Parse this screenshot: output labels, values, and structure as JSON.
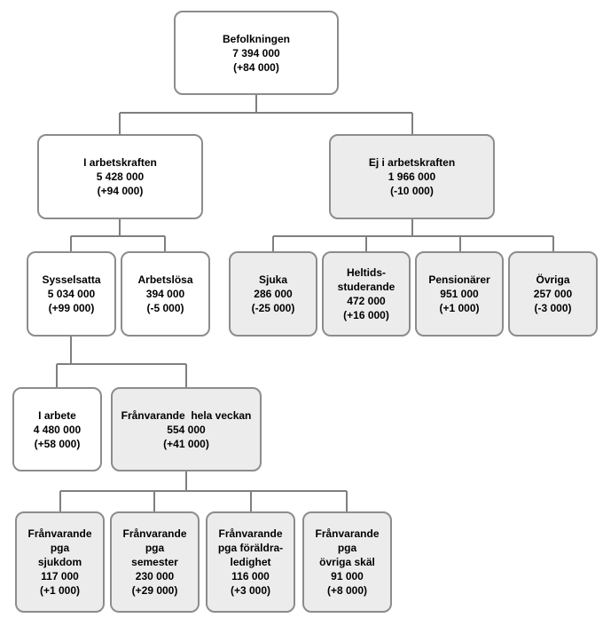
{
  "nodes": {
    "befolkningen": {
      "label": "Befolkningen",
      "value": "7 394 000",
      "change": "(+84 000)"
    },
    "arbetskraften": {
      "label": "I arbetskraften",
      "value": "5 428 000",
      "change": "(+94 000)"
    },
    "ej_arbetskraft": {
      "label": "Ej i arbetskraften",
      "value": "1 966 000",
      "change": "(-10 000)"
    },
    "sysselsatta": {
      "label": "Sysselsatta",
      "value": "5 034 000",
      "change": "(+99 000)"
    },
    "arbetslosa": {
      "label": "Arbetslösa",
      "value": "394 000",
      "change": "(-5 000)"
    },
    "sjuka": {
      "label": "Sjuka",
      "value": "286 000",
      "change": "(-25 000)"
    },
    "heltid": {
      "label_1": "Heltids-",
      "label_2": "studerande",
      "value": "472 000",
      "change": "(+16 000)"
    },
    "pensionarer": {
      "label": "Pensionärer",
      "value": "951 000",
      "change": "(+1 000)"
    },
    "ovriga": {
      "label": "Övriga",
      "value": "257 000",
      "change": "(-3 000)"
    },
    "i_arbete": {
      "label": "I arbete",
      "value": "4 480 000",
      "change": "(+58 000)"
    },
    "franvarande": {
      "label": "Frånvarande  hela veckan",
      "value": "554 000",
      "change": "(+41 000)"
    },
    "sjukdom": {
      "label_1": "Frånvarande",
      "label_2": "pga",
      "label_3": "sjukdom",
      "value": "117 000",
      "change": "(+1 000)"
    },
    "semester": {
      "label_1": "Frånvarande",
      "label_2": "pga",
      "label_3": "semester",
      "value": "230 000",
      "change": "(+29 000)"
    },
    "foraldra": {
      "label_1": "Frånvarande",
      "label_2": "pga föräldra-",
      "label_3": "ledighet",
      "value": "116 000",
      "change": "(+3 000)"
    },
    "ovriga_skal": {
      "label_1": "Frånvarande",
      "label_2": "pga",
      "label_3": "övriga skäl",
      "value": "91 000",
      "change": "(+8 000)"
    }
  },
  "colors": {
    "box_white": "#ffffff",
    "box_grey": "#ececec",
    "border": "#8c8c8c",
    "connector": "#7f7f7f"
  }
}
